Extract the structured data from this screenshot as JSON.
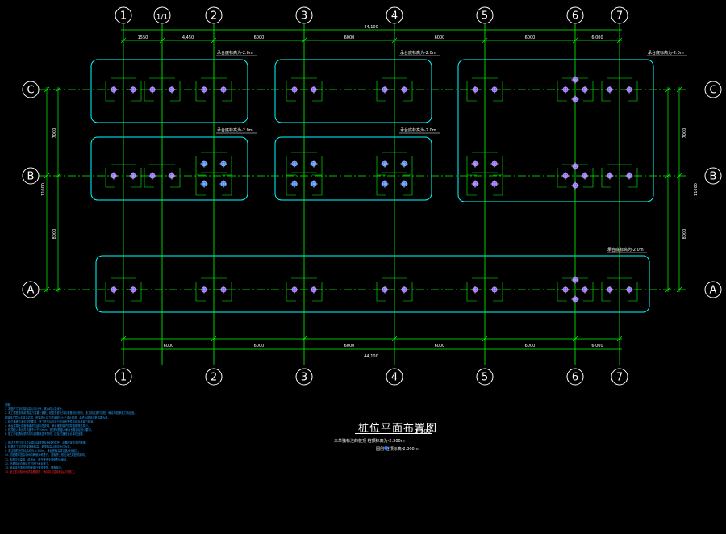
{
  "drawing": {
    "title": "桩位平面布置图",
    "scale": "1:100",
    "legend_row1": "未单独标注的桩顶  桩顶标高为-2.300m",
    "legend_row2": "图例  桩顶标高-2.300m",
    "colors": {
      "axis": "#00ff00",
      "bubble": "#ffffff",
      "group_outline": "#00ffff",
      "pile": "#8a5cff",
      "pile_blue": "#2a84ff",
      "dim_text": "#ffffff",
      "notes": "#2aa3ff",
      "notes_red": "#ff2a2a"
    }
  },
  "grid": {
    "columns_top": [
      "1",
      "1/1",
      "2",
      "3",
      "4",
      "5",
      "6",
      "7"
    ],
    "columns_bottom": [
      "1",
      "2",
      "3",
      "4",
      "5",
      "6",
      "7"
    ],
    "rows_left": [
      "C",
      "B",
      "A"
    ],
    "rows_right": [
      "C",
      "B",
      "A"
    ]
  },
  "dimensions": {
    "top_total": "44,100",
    "top_spans": [
      "1550",
      "4,450",
      "6000",
      "6000",
      "6000",
      "6000",
      "6,000"
    ],
    "bottom_total": "44,100",
    "bottom_spans": [
      "6000",
      "6000",
      "6000",
      "6000",
      "6000",
      "6,000"
    ],
    "left_total": "11000",
    "left_spans": [
      "7000",
      "8000"
    ],
    "right_total": "11000",
    "right_spans": [
      "7000",
      "8000"
    ]
  },
  "group_labels": [
    "承台底标高为-2.0m",
    "承台底标高为-2.0m",
    "承台底标高为-2.0m",
    "承台底标高为-2.0m",
    "承台底标高为-2.0m",
    "承台底标高为-2.0m"
  ],
  "notes": {
    "heading": "说明：",
    "lines": [
      "1. 本图尺寸单位除标高以米计外，其余均以毫米计。",
      "2. 本工程桩基采用预应力混凝土管桩，桩型及桩长详见桩基设计说明，施工前应进行试桩，确定单桩承载力特征值。",
      "   桩端持力层为中风化岩层，桩端进入持力层深度不小于设计要求，最终以现场试桩结果为准。",
      "3. 桩位偏差应满足规范要求，施工完毕后应进行桩身完整性检测及承载力检测。",
      "4. 承台混凝土强度等级详见结构总说明，承台钢筋保护层厚度按规范执行。",
      "5. 桩顶嵌入承台内长度不小于50mm，桩顶纵筋锚入承台长度满足设计要求。",
      "6. 施工中如遇地质情况与勘察报告不符时，应及时通知设计单位处理。",
      "",
      "7. 基坑开挖时应注意对周边建筑物及管线的保护，必要时采取支护措施。",
      "8. 桩基施工前应复核场地标高，桩顶标高以图中所注为准。",
      "9. 未注明的桩顶标高均为-2.300m，承台底标高详见各承台标注。",
      "10. 沉桩顺序宜由中间向两侧对称进行，避免挤土效应对已成桩的影响。",
      "11. 本图应与建筑、给排水、电气等专业图纸配合使用。",
      "12. 桩基验收合格后方可进行承台施工。",
      "13. 其余未尽事宜按国家现行有关规范、规程执行。"
    ],
    "red_line": "14. 施工前须核对地质勘察报告，确认持力层深度后方可施工。"
  }
}
